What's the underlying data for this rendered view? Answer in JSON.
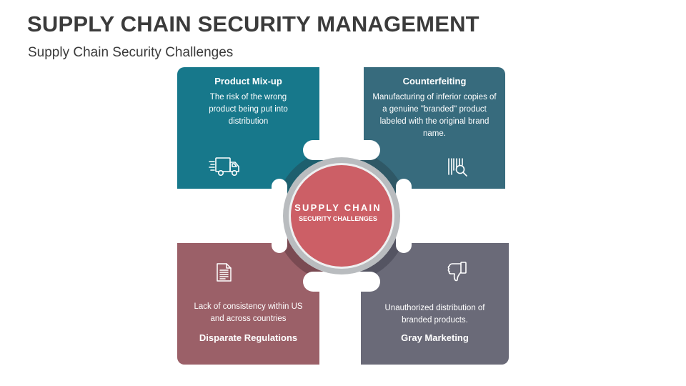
{
  "header": {
    "title": "SUPPLY CHAIN SECURITY MANAGEMENT",
    "subtitle": "Supply Chain Security Challenges"
  },
  "center": {
    "line1": "SUPPLY CHAIN",
    "line2": "SECURITY CHALLENGES",
    "color": "#cc5f66"
  },
  "cards": {
    "top_left": {
      "title": "Product Mix-up",
      "description": "The risk of the wrong product being put into distribution",
      "icon": "delivery-truck-icon",
      "color": "#17788b"
    },
    "top_right": {
      "title": "Counterfeiting",
      "description": "Manufacturing of inferior copies of a genuine \"branded\" product labeled with the original brand name.",
      "icon": "barcode-search-icon",
      "color": "#376b7d"
    },
    "bottom_left": {
      "title": "Disparate Regulations",
      "description": "Lack of consistency within US and across countries",
      "icon": "document-icon",
      "color": "#9b6068"
    },
    "bottom_right": {
      "title": "Gray Marketing",
      "description": "Unauthorized distribution of branded products.",
      "icon": "thumbs-down-icon",
      "color": "#6a6a78"
    }
  }
}
